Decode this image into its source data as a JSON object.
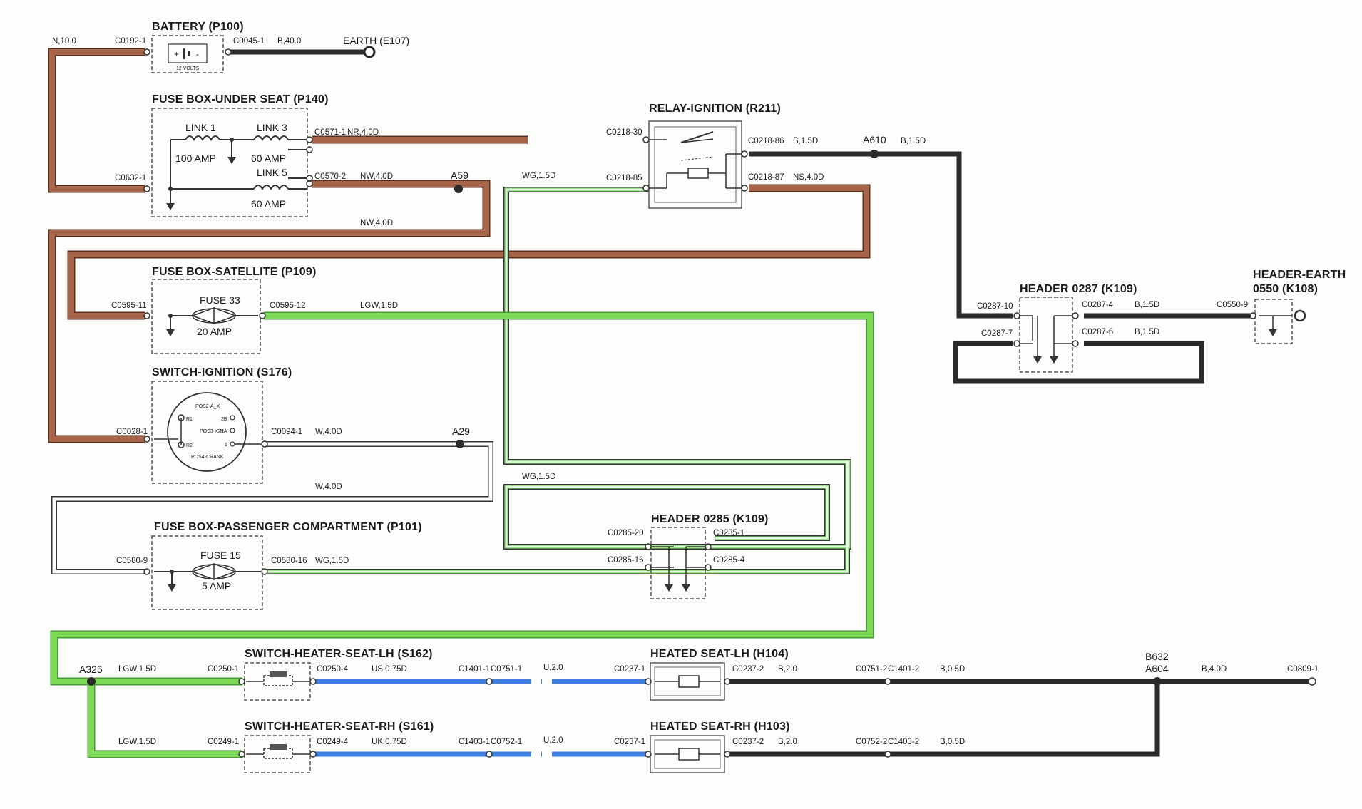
{
  "colors": {
    "brown": "#a86449",
    "black": "#2b2b2b",
    "green": "#7ed957",
    "blue": "#3f7fe0",
    "white_wire_outline": "#333333"
  },
  "components": {
    "battery": "BATTERY (P100)",
    "battery_volts": "12 VOLTS",
    "earth_e107": "EARTH (E107)",
    "fuse_under_seat": "FUSE BOX-UNDER SEAT (P140)",
    "link1": "LINK 1",
    "link1_amp": "100 AMP",
    "link3": "LINK 3",
    "link3_amp": "60 AMP",
    "link5": "LINK 5",
    "link5_amp": "60 AMP",
    "relay": "RELAY-IGNITION (R211)",
    "fuse_satellite": "FUSE BOX-SATELLITE (P109)",
    "fuse33": "FUSE 33",
    "fuse33_amp": "20 AMP",
    "switch_ignition": "SWITCH-IGNITION (S176)",
    "fuse_passenger": "FUSE BOX-PASSENGER COMPARTMENT (P101)",
    "fuse15": "FUSE 15",
    "fuse15_amp": "5 AMP",
    "header0287": "HEADER 0287 (K109)",
    "header_earth_1": "HEADER-EARTH",
    "header_earth_2": "0550 (K108)",
    "header0285": "HEADER 0285 (K109)",
    "switch_seat_lh": "SWITCH-HEATER-SEAT-LH (S162)",
    "switch_seat_rh": "SWITCH-HEATER-SEAT-RH (S161)",
    "heated_seat_lh": "HEATED SEAT-LH (H104)",
    "heated_seat_rh": "HEATED SEAT-RH (H103)"
  },
  "ignition_positions": {
    "p_aux": "POS2-A_X",
    "p_run": "POS3-IGN",
    "p_crank": "POS4-CRANK",
    "t2b": "2B",
    "t2a": "2A",
    "t1": "1",
    "tr1": "R1",
    "tr2": "R2"
  },
  "connectors": {
    "c0192_1": "C0192-1",
    "c0045_1": "C0045-1",
    "c0632_1": "C0632-1",
    "c0571_1": "C0571-1",
    "c0570_2": "C0570-2",
    "c0218_30": "C0218-30",
    "c0218_85": "C0218-85",
    "c0218_86": "C0218-86",
    "c0218_87": "C0218-87",
    "c0595_11": "C0595-11",
    "c0595_12": "C0595-12",
    "c0028_1": "C0028-1",
    "c0094_1": "C0094-1",
    "c0580_9": "C0580-9",
    "c0580_16": "C0580-16",
    "c0287_10": "C0287-10",
    "c0287_7": "C0287-7",
    "c0287_4": "C0287-4",
    "c0287_6": "C0287-6",
    "c0550_9": "C0550-9",
    "c0285_20": "C0285-20",
    "c0285_16": "C0285-16",
    "c0285_1": "C0285-1",
    "c0285_4": "C0285-4",
    "c0250_1": "C0250-1",
    "c0250_4": "C0250-4",
    "c1401_1": "C1401-1",
    "c0751_1": "C0751-1",
    "c0237_1a": "C0237-1",
    "c0237_2a": "C0237-2",
    "c0751_2": "C0751-2",
    "c1401_2": "C1401-2",
    "c0809_1": "C0809-1",
    "c0249_1": "C0249-1",
    "c0249_4": "C0249-4",
    "c1403_1": "C1403-1",
    "c0752_1": "C0752-1",
    "c0237_1b": "C0237-1",
    "c0237_2b": "C0237-2",
    "c0752_2": "C0752-2",
    "c1403_2": "C1403-2"
  },
  "splices": {
    "a59": "A59",
    "a610": "A610",
    "a29": "A29",
    "a325": "A325",
    "b632": "B632",
    "a604": "A604"
  },
  "wires": {
    "n10": "N,10.0",
    "b40": "B,40.0",
    "nr40": "NR,4.0D",
    "nw40a": "NW,4.0D",
    "nw40b": "NW,4.0D",
    "wg15a": "WG,1.5D",
    "b15a": "B,1.5D",
    "b15b": "B,1.5D",
    "ns40": "NS,4.0D",
    "lgw15a": "LGW,1.5D",
    "w40a": "W,4.0D",
    "w40b": "W,4.0D",
    "wg15b": "WG,1.5D",
    "wg15c": "WG,1.5D",
    "b15c": "B,1.5D",
    "b15d": "B,1.5D",
    "lgw15b": "LGW,1.5D",
    "us075": "US,0.75D",
    "u20a": "U,2.0",
    "b20a": "B,2.0",
    "b05a": "B,0.5D",
    "b40d": "B,4.0D",
    "lgw15c": "LGW,1.5D",
    "uk075": "UK,0.75D",
    "u20b": "U,2.0",
    "b20b": "B,2.0",
    "b05b": "B,0.5D"
  }
}
